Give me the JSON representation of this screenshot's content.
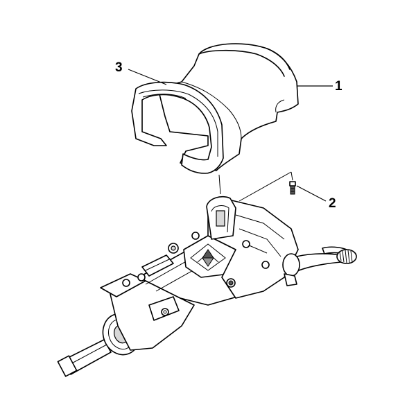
{
  "diagram": {
    "callouts": {
      "one": "1",
      "two": "2",
      "three": "3"
    }
  }
}
